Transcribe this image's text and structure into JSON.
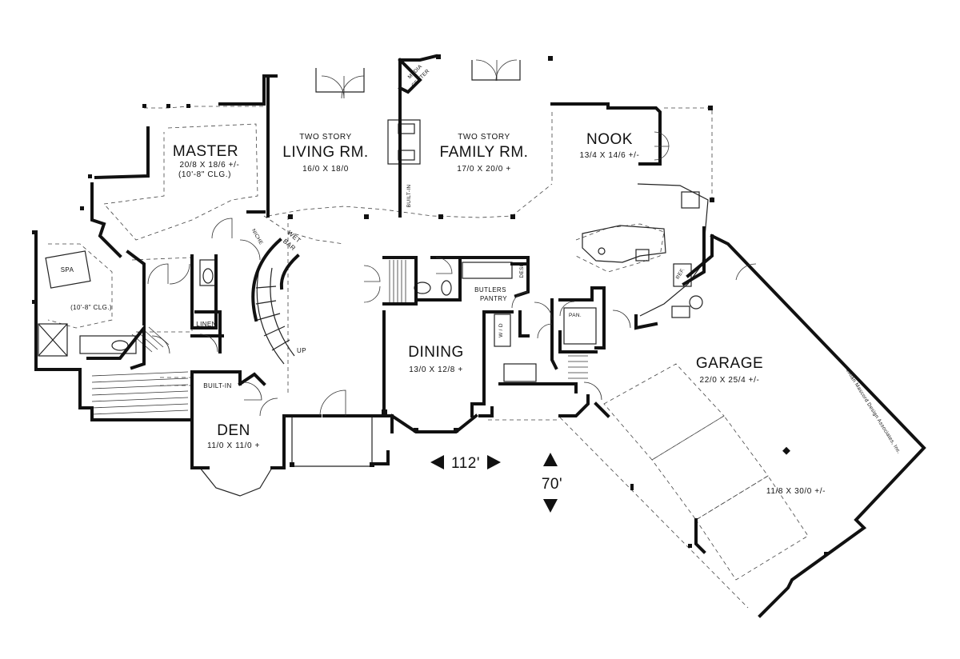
{
  "rooms": {
    "master": {
      "name": "MASTER",
      "dims": "20/8 X 18/6 +/-",
      "ceiling": "(10'-8\" CLG.)"
    },
    "living": {
      "prefix": "TWO STORY",
      "name": "LIVING RM.",
      "dims": "16/0 X 18/0"
    },
    "family": {
      "prefix": "TWO STORY",
      "name": "FAMILY RM.",
      "dims": "17/0 X 20/0 +"
    },
    "nook": {
      "name": "NOOK",
      "dims": "13/4 X 14/6 +/-"
    },
    "dining": {
      "name": "DINING",
      "dims": "13/0 X 12/8 +"
    },
    "den": {
      "name": "DEN",
      "dims": "11/0 X 11/0 +"
    },
    "garage": {
      "name": "GARAGE",
      "dims": "22/0 X 25/4 +/-",
      "dims2": "11/8 X 30/0 +/-"
    }
  },
  "fixtures": {
    "spa": "SPA",
    "bath_ceiling": "(10'-8\" CLG.)",
    "linen": "LINEN",
    "niche": "NICHE",
    "wet": "WET",
    "bar": "BAR",
    "up": "UP",
    "media": "MEDIA",
    "center": "CENTER",
    "built_in_family": "BUILT-IN",
    "built_in_den": "BUILT-IN",
    "butlers": "BUTLERS",
    "pantry": "PANTRY",
    "desk": "DESK",
    "pan": "PAN.",
    "wd": "W / D",
    "ref": "REF."
  },
  "overall": {
    "width": "112'",
    "depth": "70'"
  },
  "credit": "©Alan Mascord Design Associates, Inc."
}
